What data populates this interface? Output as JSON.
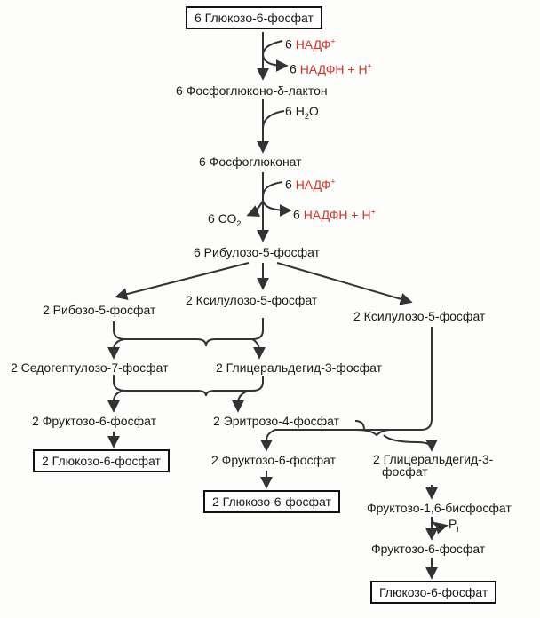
{
  "top": {
    "box": "6 Глюкозо-6-фосфат"
  },
  "step1": {
    "coef_in": "6",
    "nadp": "НАДФ",
    "nadp_sup": "+",
    "coef_out": "6",
    "nadph": "НАДФН + Н",
    "h_sup": "+"
  },
  "lactone": "6  Фосфоглюконо-δ-лактон",
  "step2": {
    "coef": "6",
    "h": "Н",
    "h_sub": "2",
    "o": "О"
  },
  "gluconate": "6  Фосфоглюконат",
  "step3": {
    "coef_in": "6",
    "nadp": "НАДФ",
    "nadp_sup": "+",
    "co2_coef": "6",
    "co2": "СО",
    "co2_sub": "2",
    "coef_out": "6",
    "nadph": "НАДФН + Н",
    "h_sup": "+"
  },
  "ribulose": "6 Рибулозо-5-фосфат",
  "row1": {
    "ribose": "2 Рибозо-5-фосфат",
    "xylulose_mid": "2 Ксилулозо-5-фосфат",
    "xylulose_right": "2 Ксилулозо-5-фосфат"
  },
  "row2": {
    "sedo": "2 Седогептулозо-7-фосфат",
    "glyceraldehyde": "2 Глицеральдегид-3-фосфат"
  },
  "row3": {
    "fructose": "2 Фруктозо-6-фосфат",
    "erythrose": "2 Эритрозо-4-фосфат"
  },
  "row4": {
    "glucose_box": "2 Глюкозо-6-фосфат",
    "fructose": "2 Фруктозо-6-фосфат",
    "glyceraldehyde_l1": "2 Глицеральдегид-3-",
    "glyceraldehyde_l2": "фосфат"
  },
  "row5": {
    "glucose_box": "2 Глюкозо-6-фосфат",
    "fbp": "Фруктозо-1,6-бисфосфат",
    "pi": "Р",
    "pi_sub": "i"
  },
  "row6": {
    "fructose": "Фруктозо-6-фосфат"
  },
  "row7": {
    "glucose_box": "Глюкозо-6-фосфат"
  },
  "colors": {
    "cofactor": "#d9312a",
    "line": "#333333"
  }
}
